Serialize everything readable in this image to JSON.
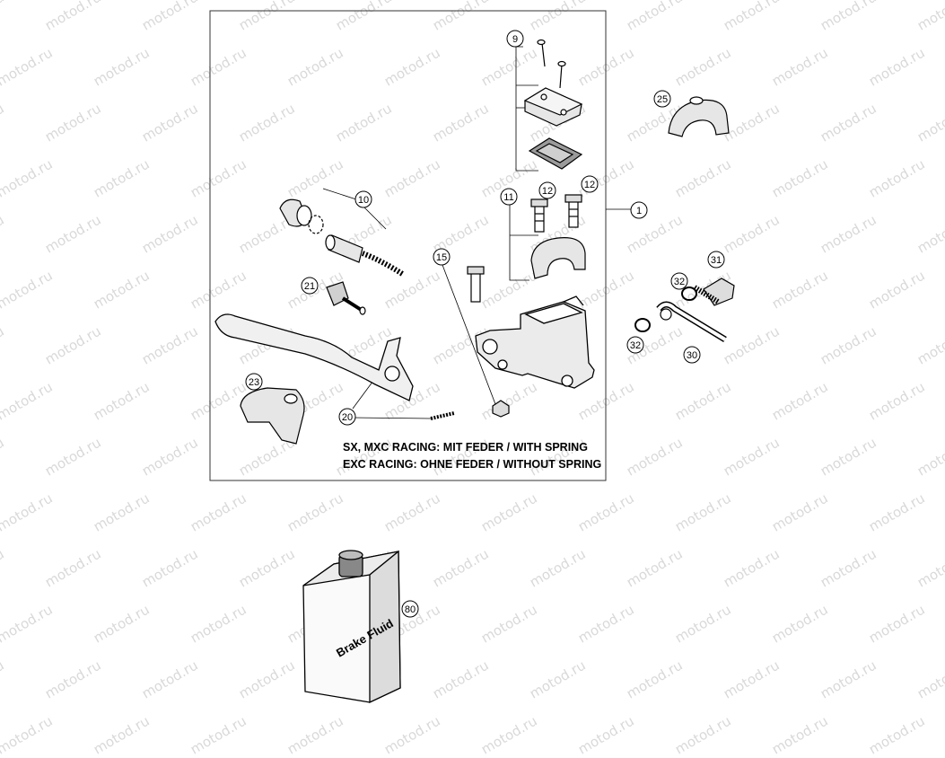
{
  "watermark": "motod.ru",
  "callouts": {
    "c1": "1",
    "c9": "9",
    "c10": "10",
    "c11": "11",
    "c12a": "12",
    "c12b": "12",
    "c15": "15",
    "c20": "20",
    "c21": "21",
    "c23": "23",
    "c25": "25",
    "c30": "30",
    "c31": "31",
    "c32a": "32",
    "c32b": "32",
    "c80": "80"
  },
  "notes": {
    "line1": "SX, MXC RACING: MIT FEDER / WITH SPRING",
    "line2": "EXC RACING: OHNE FEDER / WITHOUT SPRING"
  },
  "bottle_label": "Brake Fluid"
}
